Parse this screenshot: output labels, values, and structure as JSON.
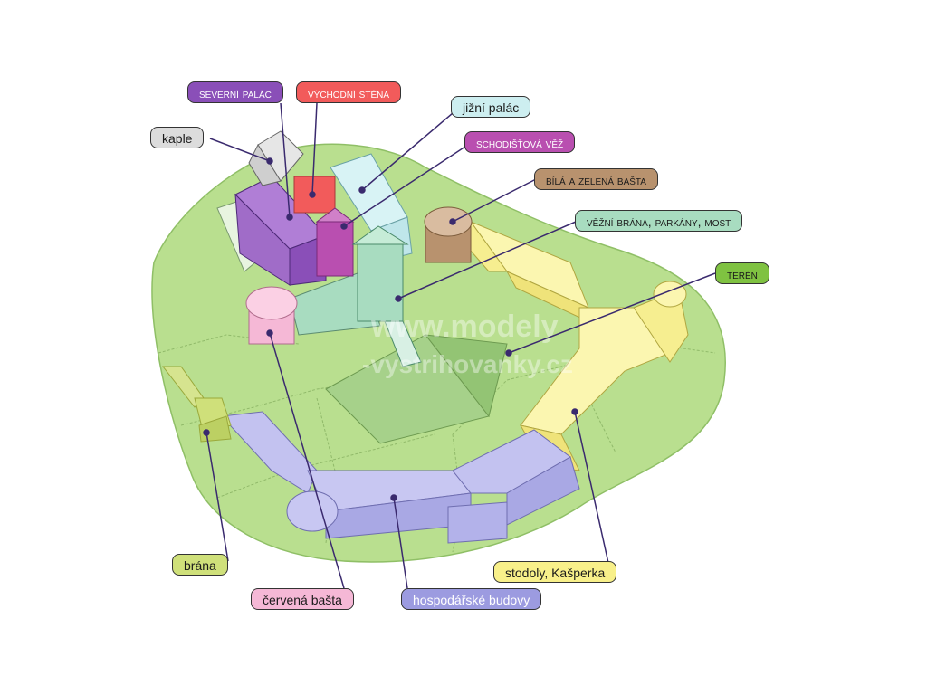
{
  "labels": {
    "severni_palac": "severní palác",
    "vychodni_stena": "východní stěna",
    "jizni_palac": "jižní palác",
    "kaple": "kaple",
    "schodistova_vez": "schodišťová věž",
    "bila_zelena_basta": "bílá a zelená bašta",
    "vezni_brana": "věžní brána, parkány, most",
    "teren": "terén",
    "brana": "brána",
    "cervena_basta": "červená bašta",
    "hospodarske_budovy": "hospodářské budovy",
    "stodoly": "stodoly, Kašperka"
  },
  "watermark": {
    "line1": "www.modely",
    "line2": "-vystrihovanky.cz"
  },
  "colors": {
    "severni_palac": "#8a4fb8",
    "vychodni_stena": "#f25b5b",
    "jizni_palac": "#cdeef0",
    "kaple": "#dcdcdc",
    "schodistova_vez": "#b94fb0",
    "bila_zelena_basta": "#b8926e",
    "vezni_brana": "#a8dcc0",
    "teren": "#7fc241",
    "brana": "#cfe07a",
    "cervena_basta": "#f5b8d6",
    "hospodarske_budovy": "#9c9be0",
    "stodoly": "#f8f08a",
    "terrain_fill": "#b9df8f",
    "leader_line": "#3a2a6e"
  }
}
